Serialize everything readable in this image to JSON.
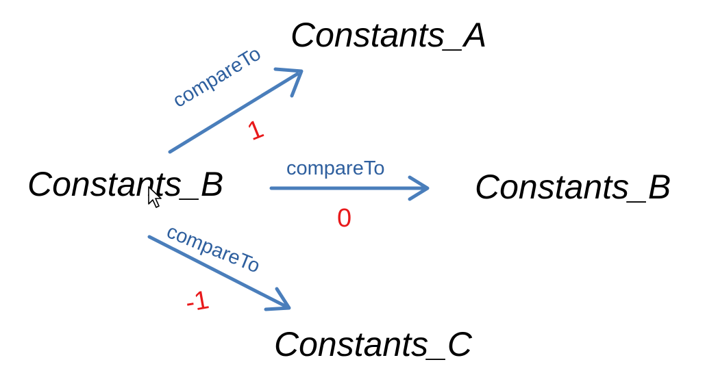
{
  "nodes": {
    "source": "Constants_B",
    "target_up": "Constants_A",
    "target_mid": "Constants_B",
    "target_down": "Constants_C"
  },
  "edges": {
    "up": {
      "label": "compareTo",
      "result": "1"
    },
    "mid": {
      "label": "compareTo",
      "result": "0"
    },
    "down": {
      "label": "compareTo",
      "result": "-1"
    }
  },
  "colors": {
    "arrow": "#4a7ebb",
    "label": "#2e5f9e",
    "result": "#e8191b",
    "node_text": "#000000"
  },
  "icons": {
    "cursor": "mouse-pointer-icon"
  }
}
